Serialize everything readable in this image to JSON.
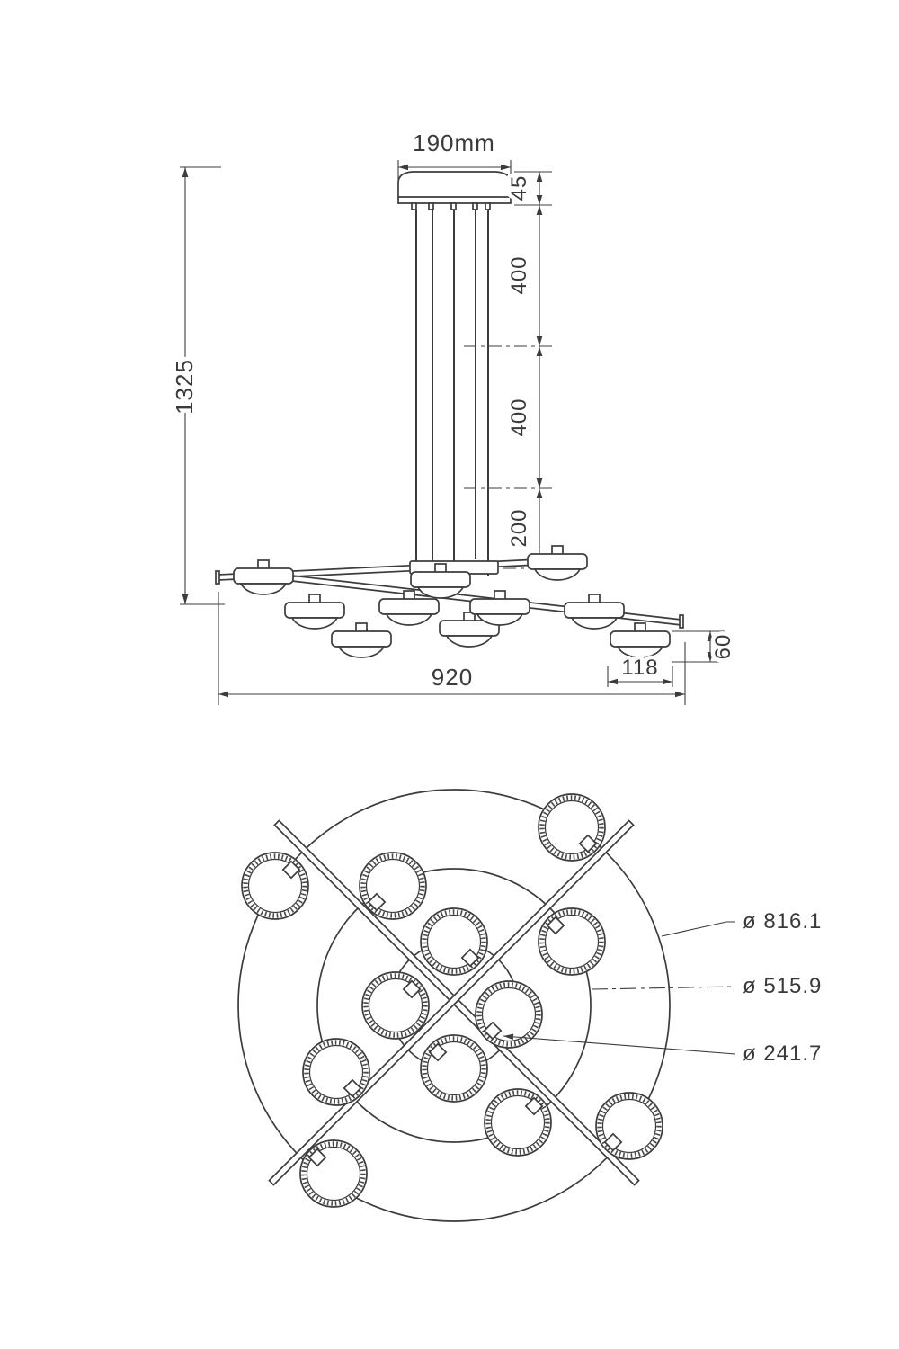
{
  "colors": {
    "line": "#3c3c3c",
    "background": "#ffffff",
    "text": "#3a3a3a"
  },
  "side_view": {
    "canopy_diameter": "190mm",
    "overall_drop": "1325",
    "segments": {
      "canopy_height": "45",
      "rod_upper": "400",
      "rod_middle": "400",
      "rod_lower": "200"
    },
    "fixture_width": "920",
    "head_height": "60",
    "head_diameter": "118"
  },
  "plan_view": {
    "outer_diameter": "ø 816.1",
    "middle_diameter": "ø 515.9",
    "inner_diameter": "ø 241.7"
  }
}
